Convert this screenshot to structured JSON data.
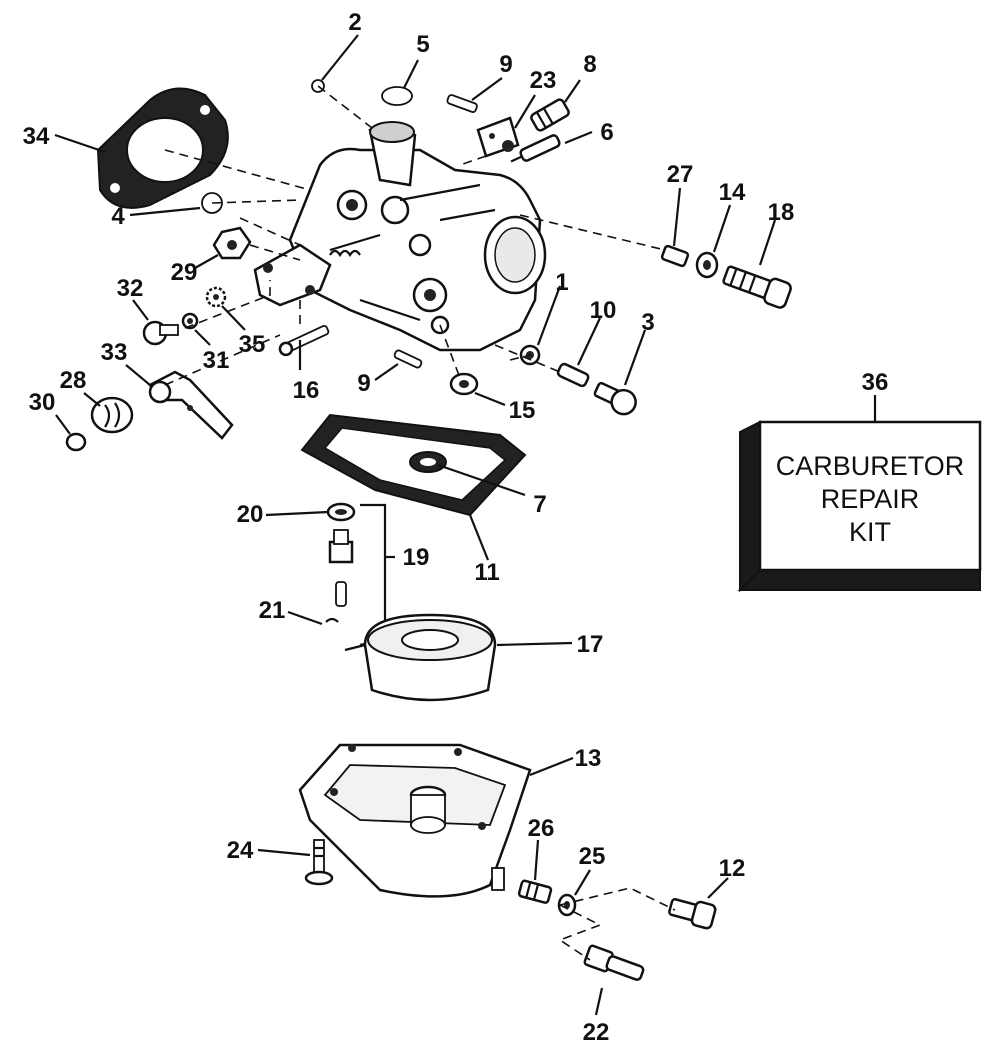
{
  "diagram": {
    "kit_label": {
      "line1": "CARBURETOR",
      "line2": "REPAIR",
      "line3": "KIT"
    },
    "callouts": {
      "c1": "1",
      "c2": "2",
      "c3": "3",
      "c4": "4",
      "c5": "5",
      "c6": "6",
      "c7": "7",
      "c8": "8",
      "c9a": "9",
      "c9b": "9",
      "c10": "10",
      "c11": "11",
      "c12": "12",
      "c13": "13",
      "c14": "14",
      "c15": "15",
      "c16": "16",
      "c17": "17",
      "c18": "18",
      "c19": "19",
      "c20": "20",
      "c21": "21",
      "c22": "22",
      "c23": "23",
      "c24": "24",
      "c25": "25",
      "c26": "26",
      "c27": "27",
      "c28": "28",
      "c29": "29",
      "c30": "30",
      "c31": "31",
      "c32": "32",
      "c33": "33",
      "c34": "34",
      "c35": "35",
      "c36": "36"
    }
  }
}
